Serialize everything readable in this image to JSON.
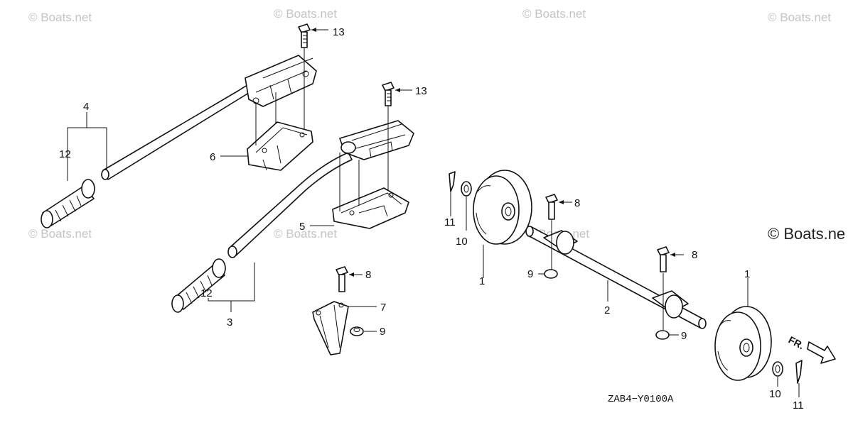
{
  "watermarks": {
    "top_1": "© Boats.net",
    "top_2": "© Boats.net",
    "top_3": "© Boats.net",
    "top_4": "© Boats.net",
    "mid_1": "© Boats.net",
    "mid_2": "© Boats.net",
    "mid_3": "© Boats.net",
    "right_big": "© Boats.ne"
  },
  "diagram_code": "ZAB4−Y0100A",
  "direction_label": "FR.",
  "callouts": {
    "c1a": "1",
    "c1b": "1",
    "c2": "2",
    "c3": "3",
    "c4": "4",
    "c5": "5",
    "c6": "6",
    "c7": "7",
    "c8a": "8",
    "c8b": "8",
    "c8c": "8",
    "c9a": "9",
    "c9b": "9",
    "c9c": "9",
    "c10a": "10",
    "c10b": "10",
    "c11a": "11",
    "c11b": "11",
    "c12a": "12",
    "c12b": "12",
    "c13a": "13",
    "c13b": "13"
  }
}
